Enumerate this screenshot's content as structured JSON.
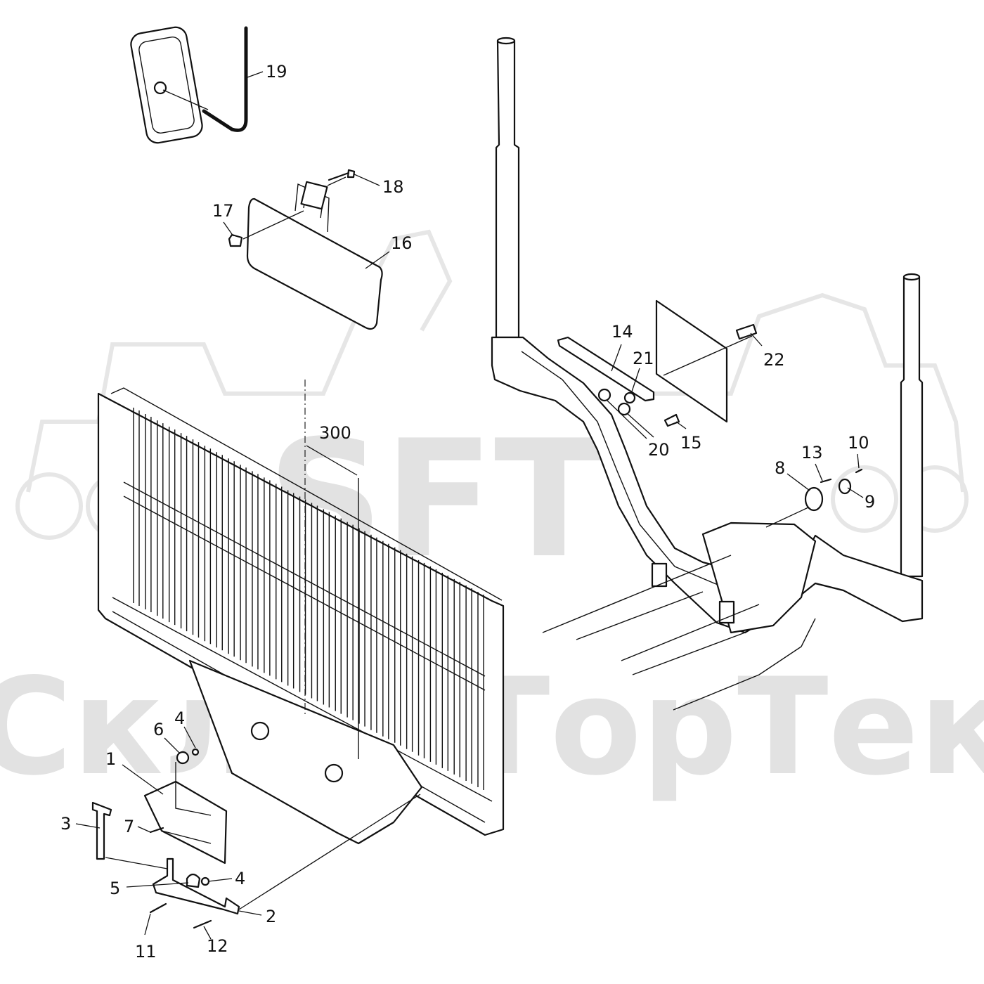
{
  "watermark": {
    "logo": "SFT",
    "brand": "СкладТорТек"
  },
  "callouts": [
    {
      "id": "1",
      "label": "1"
    },
    {
      "id": "2",
      "label": "2"
    },
    {
      "id": "3",
      "label": "3"
    },
    {
      "id": "4a",
      "label": "4"
    },
    {
      "id": "4b",
      "label": "4"
    },
    {
      "id": "5",
      "label": "5"
    },
    {
      "id": "6",
      "label": "6"
    },
    {
      "id": "7",
      "label": "7"
    },
    {
      "id": "8",
      "label": "8"
    },
    {
      "id": "9",
      "label": "9"
    },
    {
      "id": "10",
      "label": "10"
    },
    {
      "id": "11",
      "label": "11"
    },
    {
      "id": "12",
      "label": "12"
    },
    {
      "id": "13",
      "label": "13"
    },
    {
      "id": "14",
      "label": "14"
    },
    {
      "id": "15",
      "label": "15"
    },
    {
      "id": "16",
      "label": "16"
    },
    {
      "id": "17",
      "label": "17"
    },
    {
      "id": "18",
      "label": "18"
    },
    {
      "id": "19",
      "label": "19"
    },
    {
      "id": "20",
      "label": "20"
    },
    {
      "id": "21",
      "label": "21"
    },
    {
      "id": "22",
      "label": "22"
    }
  ],
  "dimension": {
    "label": "300"
  }
}
